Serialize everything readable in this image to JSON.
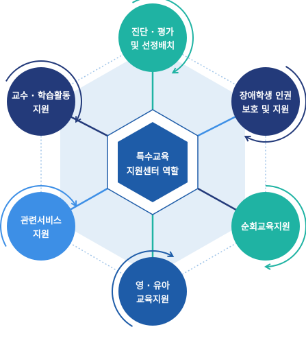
{
  "center": {
    "line1": "특수교육",
    "line2": "지원센터 역할"
  },
  "nodes": [
    {
      "id": "top",
      "line1": "진단 · 평가",
      "line2": "및 선정배치",
      "color": "#1fb3a3",
      "stroke": "#1fb3a3"
    },
    {
      "id": "top-right",
      "line1": "장애학생 인권",
      "line2": "보호 및 지원",
      "color": "#233a7a",
      "stroke": "#233a7a"
    },
    {
      "id": "bottom-right",
      "line1": "순회교육지원",
      "line2": "",
      "color": "#1fb3a3",
      "stroke": "#1fb3a3"
    },
    {
      "id": "bottom",
      "line1": "영 · 유아",
      "line2": "교육지원",
      "color": "#1e5ca8",
      "stroke": "#1e5ca8"
    },
    {
      "id": "bottom-left",
      "line1": "관련서비스",
      "line2": "지원",
      "color": "#3d8fe6",
      "stroke": "#3d8fe6"
    },
    {
      "id": "top-left",
      "line1": "교수 · 학습활동",
      "line2": "지원",
      "color": "#233a7a",
      "stroke": "#233a7a"
    }
  ],
  "colors": {
    "hex_fill": "#e3eef8",
    "center_hex": "#1e5ca8",
    "dotted": "#9fc4e8"
  }
}
